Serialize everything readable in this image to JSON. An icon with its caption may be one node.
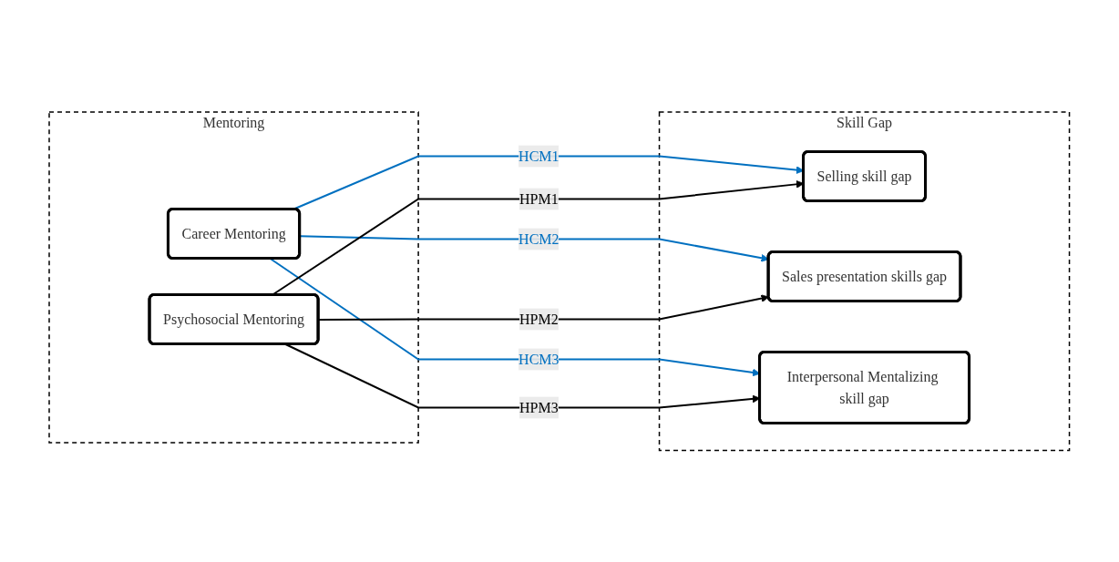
{
  "diagram": {
    "nodes": [
      {
        "text": [
          "Mentoring"
        ]
      },
      {
        "text": [
          "Career Mentoring"
        ],
        "in": 0
      },
      {
        "text": [
          "Psychosocial Mentoring"
        ],
        "in": 0
      },
      {
        "text": [
          "Skill Gap"
        ]
      },
      {
        "text": [
          "Selling skill gap"
        ],
        "in": 3
      },
      {
        "text": [
          "Sales presentation skills gap"
        ],
        "in": 3
      },
      {
        "text": [
          "Interpersonal Mentalizing skill gap"
        ],
        "in": 3
      }
    ],
    "edges": [
      {
        "from": 1,
        "to": 4,
        "arrow": "to",
        "label": "HCM1",
        "color": "#0070c0"
      },
      {
        "from": 1,
        "to": 5,
        "arrow": "to",
        "label": "HCM2",
        "color": "#0070c0"
      },
      {
        "from": 1,
        "to": 6,
        "arrow": "to",
        "label": "HCM3",
        "color": "#0070c0"
      },
      {
        "from": 2,
        "to": 4,
        "arrow": "to",
        "label": "HPM1",
        "color": "#000000"
      },
      {
        "from": 2,
        "to": 5,
        "arrow": "to",
        "label": "HPM2",
        "color": "#000000"
      },
      {
        "from": 2,
        "to": 6,
        "arrow": "to",
        "label": "HPM3",
        "color": "#000000"
      }
    ]
  }
}
